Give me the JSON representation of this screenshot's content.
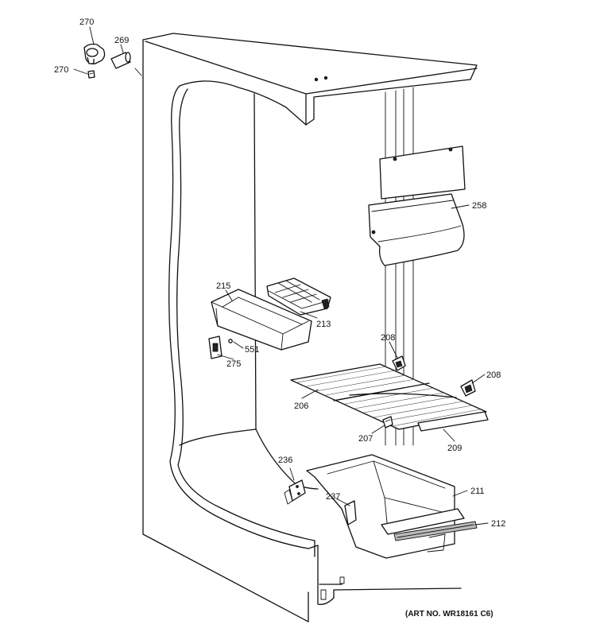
{
  "art_number": "(ART NO. WR18161 C6)",
  "parts": [
    {
      "id": "p270a",
      "label": "270"
    },
    {
      "id": "p269",
      "label": "269"
    },
    {
      "id": "p270b",
      "label": "270"
    },
    {
      "id": "p258",
      "label": "258"
    },
    {
      "id": "p215",
      "label": "215"
    },
    {
      "id": "p213",
      "label": "213"
    },
    {
      "id": "p551",
      "label": "551"
    },
    {
      "id": "p275",
      "label": "275"
    },
    {
      "id": "p208a",
      "label": "208"
    },
    {
      "id": "p208b",
      "label": "208"
    },
    {
      "id": "p206",
      "label": "206"
    },
    {
      "id": "p207",
      "label": "207"
    },
    {
      "id": "p209",
      "label": "209"
    },
    {
      "id": "p236",
      "label": "236"
    },
    {
      "id": "p211",
      "label": "211"
    },
    {
      "id": "p237",
      "label": "237"
    },
    {
      "id": "p212",
      "label": "212"
    }
  ]
}
